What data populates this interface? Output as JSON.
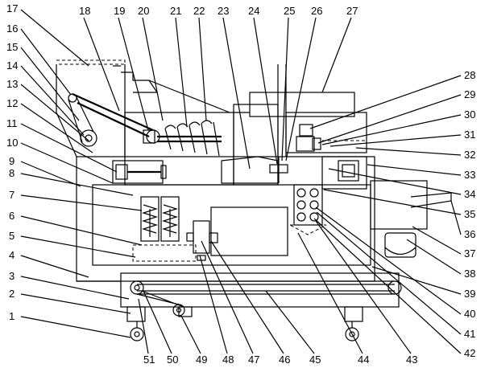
{
  "figure": {
    "labels": {
      "n1": "1",
      "n2": "2",
      "n3": "3",
      "n4": "4",
      "n5": "5",
      "n6": "6",
      "n7": "7",
      "n8": "8",
      "n9": "9",
      "n10": "10",
      "n11": "11",
      "n12": "12",
      "n13": "13",
      "n14": "14",
      "n15": "15",
      "n16": "16",
      "n17": "17",
      "n18": "18",
      "n19": "19",
      "n20": "20",
      "n21": "21",
      "n22": "22",
      "n23": "23",
      "n24": "24",
      "n25": "25",
      "n26": "26",
      "n27": "27",
      "n28": "28",
      "n29": "29",
      "n30": "30",
      "n31": "31",
      "n32": "32",
      "n33": "33",
      "n34": "34",
      "n35": "35",
      "n36": "36",
      "n37": "37",
      "n38": "38",
      "n39": "39",
      "n40": "40",
      "n41": "41",
      "n42": "42",
      "n43": "43",
      "n44": "44",
      "n45": "45",
      "n46": "46",
      "n47": "47",
      "n48": "48",
      "n49": "49",
      "n50": "50",
      "n51": "51"
    }
  }
}
